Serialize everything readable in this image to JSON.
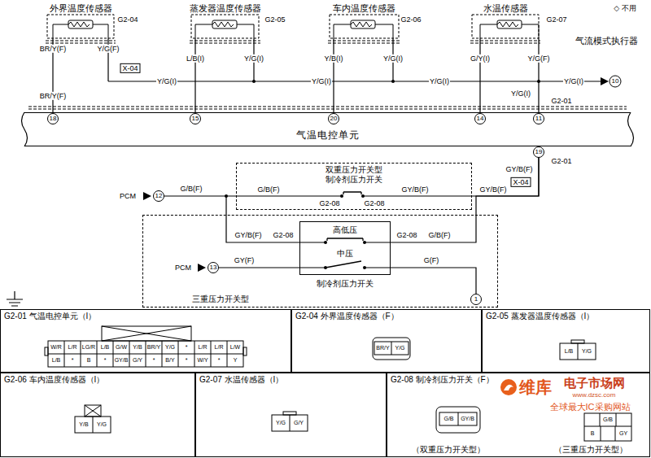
{
  "diagram": {
    "nodes": [
      {
        "text": [
          "外界温度传感器"
        ]
      },
      {
        "text": [
          "蒸发器温度传感器"
        ]
      },
      {
        "text": [
          "车内温度传感器"
        ]
      },
      {
        "text": [
          "水温传感器"
        ]
      },
      {
        "text": [
          "气温电控单元"
        ]
      },
      {
        "text": [
          "双重压力开关型",
          "制冷剂压力开关"
        ]
      },
      {
        "text": [
          "三重压力开关型"
        ]
      },
      {
        "text": [
          "高低压",
          "中压",
          "制冷剂压力开关"
        ],
        "in": 6
      },
      {
        "text": [
          "G2-01 气温电控单元（I）"
        ]
      },
      {
        "text": [
          "G2-04 外界温度传感器（F）"
        ]
      },
      {
        "text": [
          "G2-05 蒸发器温度传感器（I）"
        ]
      },
      {
        "text": [
          "G2-06 车内温度传感器（I）"
        ]
      },
      {
        "text": [
          "G2-07 水温传感器（I）"
        ]
      },
      {
        "text": [
          "G2-08 制冷剂压力开关（F）",
          "（双重压力开关型）",
          "（三重压力开关型）"
        ]
      }
    ],
    "edges": [
      {
        "from": 0,
        "to": 4,
        "arrow": "none"
      },
      {
        "from": 1,
        "to": 4,
        "arrow": "none"
      },
      {
        "from": 2,
        "to": 4,
        "arrow": "none"
      },
      {
        "from": 3,
        "to": 4,
        "arrow": "none"
      },
      {
        "from": 5,
        "to": 4,
        "arrow": "none"
      },
      {
        "from": 7,
        "to": 4,
        "arrow": "none"
      }
    ],
    "labels": [
      "◇ 不用",
      "G2-04",
      "BR/Y(F)",
      "Y/G(F)",
      "X-04",
      "L/B(I)",
      "G2-05",
      "Y/G(I)",
      "Y/B(I)",
      "G2-06",
      "Y/G(I)",
      "G/Y(I)",
      "G2-07",
      "Y/G(F)",
      "气流模式执行器",
      "10",
      "Y/G(I)",
      "Y/G(I)",
      "Y/G(I)",
      "Y/G(I)",
      "BR/Y(F)",
      "Y/G(I)",
      "G2-01",
      "18",
      "15",
      "20",
      "14",
      "11",
      "19",
      "G2-01",
      "GY/B(F)",
      "X-04",
      "PCM",
      "12",
      "G/B(F)",
      "G/B(F)",
      "G2-08",
      "G2-08",
      "GY/B(F)",
      "GY/B(F)",
      "GY/B(F)",
      "G2-08",
      "G2-08",
      "G/B(F)",
      "PCM",
      "13",
      "GY(F)",
      "G(F)",
      "1",
      "W/R",
      "L/R",
      "LG/R",
      "L/B",
      "G/W",
      "Y/B",
      "BR/Y",
      "Y/G",
      "*",
      "L/R",
      "L/R",
      "L/W",
      "L/B",
      "*",
      "B",
      "*",
      "GY/B",
      "G/Y",
      "*",
      "B/Y",
      "*",
      "W/Y",
      "*",
      "Y",
      "BR/Y",
      "Y/G",
      "L/B",
      "Y/G",
      "Y/B",
      "Y/G",
      "Y/G",
      "G/Y",
      "G/B",
      "GY/B",
      "G/B",
      "B",
      "GY",
      "维库",
      "电子市场网",
      "www.dzsc.com",
      "全球最大IC采购网站"
    ]
  }
}
